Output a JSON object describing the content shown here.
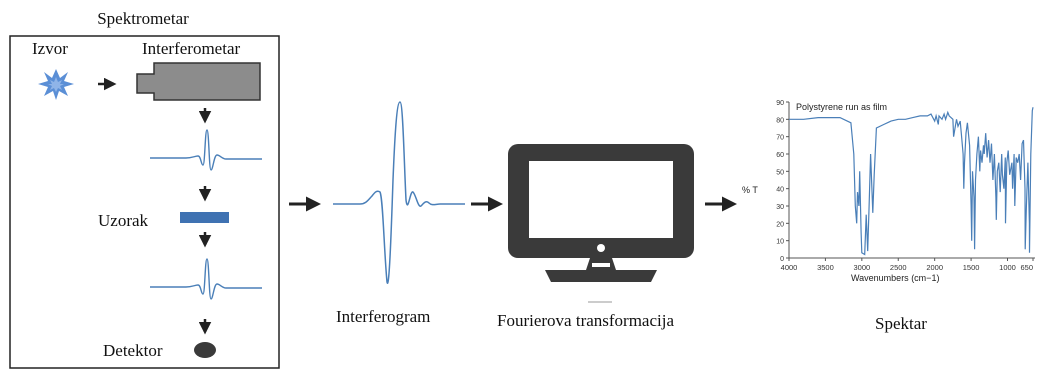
{
  "spectrometer": {
    "title": "Spektrometar",
    "source_label": "Izvor",
    "interferometer_label": "Interferometar",
    "sample_label": "Uzorak",
    "detector_label": "Detektor"
  },
  "interferogram": {
    "label": "Interferogram"
  },
  "fourier": {
    "label": "Fourierova transformacija"
  },
  "spectrum": {
    "label": "Spektar"
  },
  "colors": {
    "signal_blue": "#4a7fb8",
    "sample_blue": "#3f72b2",
    "star_blue": "#5b8fd6",
    "interferometer_gray": "#8c8c8c",
    "monitor_gray": "#3a3a3a"
  },
  "chart_data": {
    "type": "line",
    "title": "Polystyrene run as film",
    "xlabel": "Wavenumbers (cm−1)",
    "ylabel": "% T",
    "xlim": [
      4000,
      650
    ],
    "ylim": [
      0,
      90
    ],
    "x_ticks": [
      "4000",
      "3500",
      "3000",
      "2500",
      "2000",
      "1500",
      "1000",
      "650"
    ],
    "y_ticks": [
      "0",
      "10",
      "20",
      "30",
      "40",
      "50",
      "60",
      "70",
      "80",
      "90"
    ],
    "grid": false,
    "series": [
      {
        "x": [
          4000,
          3800,
          3600,
          3300,
          3150,
          3110,
          3090,
          3070,
          3060,
          3040,
          3030,
          3010,
          3000,
          2960,
          2940,
          2920,
          2900,
          2880,
          2850,
          2830,
          2800,
          2700,
          2600,
          2500,
          2400,
          2300,
          2200,
          2100,
          2050,
          2000,
          1980,
          1950,
          1940,
          1900,
          1870,
          1850,
          1820,
          1800,
          1750,
          1740,
          1700,
          1680,
          1650,
          1630,
          1610,
          1600,
          1590,
          1570,
          1550,
          1520,
          1500,
          1492,
          1480,
          1460,
          1452,
          1440,
          1420,
          1400,
          1380,
          1370,
          1350,
          1330,
          1320,
          1300,
          1280,
          1260,
          1240,
          1220,
          1200,
          1180,
          1160,
          1154,
          1140,
          1120,
          1100,
          1080,
          1070,
          1050,
          1030,
          1028,
          1010,
          990,
          970,
          940,
          930,
          910,
          900,
          880,
          860,
          840,
          820,
          800,
          780,
          760,
          757,
          740,
          720,
          700,
          698,
          680,
          660,
          650
        ],
        "y": [
          80,
          80,
          81,
          81,
          78,
          60,
          30,
          20,
          38,
          30,
          50,
          15,
          3,
          2,
          25,
          4,
          30,
          60,
          26,
          48,
          75,
          77,
          79,
          80,
          80,
          81,
          82,
          82,
          83,
          79,
          82,
          77,
          82,
          80,
          83,
          80,
          84,
          82,
          80,
          70,
          80,
          76,
          79,
          70,
          60,
          40,
          55,
          72,
          78,
          65,
          30,
          10,
          50,
          35,
          5,
          45,
          60,
          70,
          50,
          62,
          55,
          65,
          60,
          72,
          58,
          68,
          55,
          66,
          45,
          60,
          35,
          22,
          50,
          55,
          38,
          60,
          48,
          40,
          58,
          20,
          55,
          62,
          48,
          55,
          40,
          60,
          30,
          58,
          55,
          60,
          45,
          66,
          68,
          40,
          5,
          30,
          55,
          20,
          3,
          60,
          85,
          87
        ]
      }
    ]
  }
}
